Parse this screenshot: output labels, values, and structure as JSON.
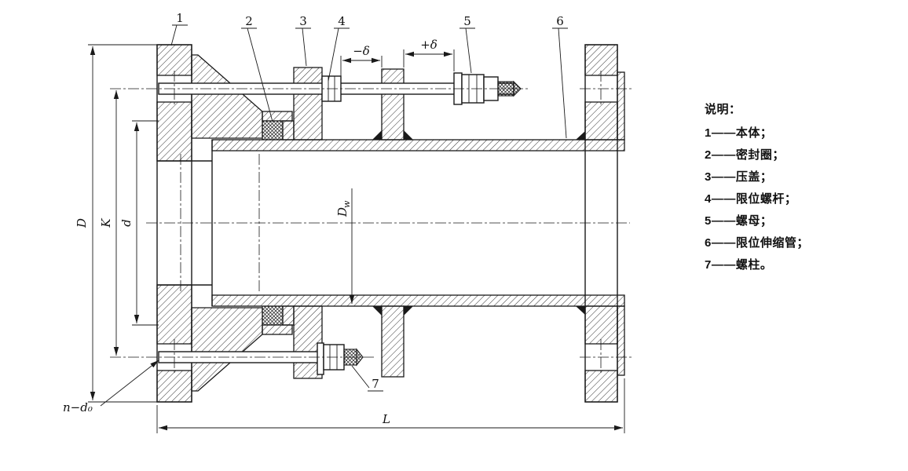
{
  "legend": {
    "heading": "说明：",
    "items": [
      "1——本体；",
      "2——密封圈；",
      "3——压盖；",
      "4——限位螺杆；",
      "5——螺母；",
      "6——限位伸缩管；",
      "7——螺柱。"
    ]
  },
  "callouts": {
    "c1": "1",
    "c2": "2",
    "c3": "3",
    "c4": "4",
    "c5": "5",
    "c6": "6",
    "c7": "7"
  },
  "dims": {
    "D": "D",
    "K": "K",
    "d": "d",
    "Dw_main": "D",
    "Dw_sub": "w",
    "L": "L",
    "n_d0": "n−d₀",
    "minus_delta": "−δ",
    "plus_delta": "+δ"
  },
  "colors": {
    "ink": "#1a1a1a",
    "bg": "#ffffff"
  }
}
